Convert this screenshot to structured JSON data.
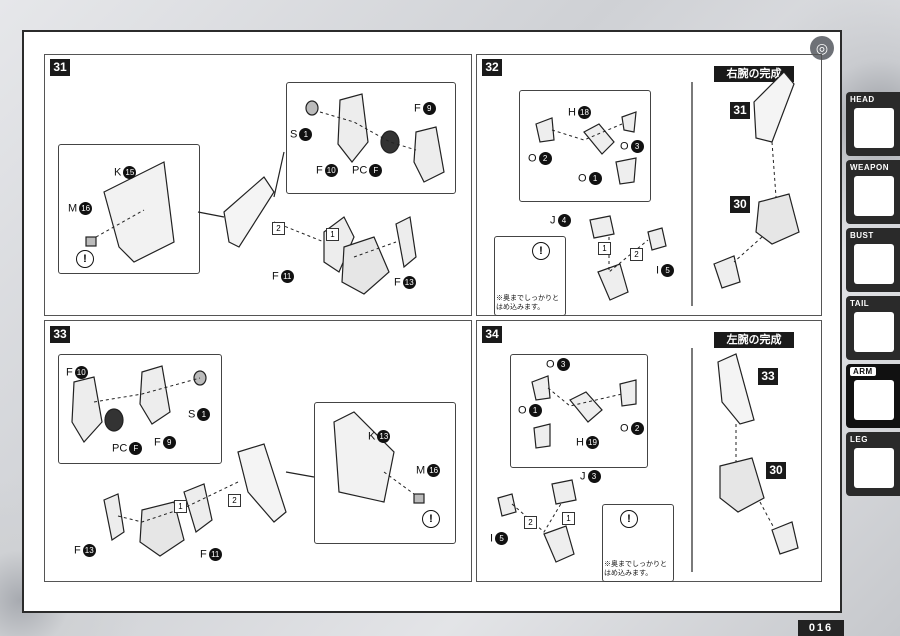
{
  "page_number": "016",
  "steps": [
    {
      "num": "31"
    },
    {
      "num": "32",
      "complete_label": "右腕の完成"
    },
    {
      "num": "33"
    },
    {
      "num": "34",
      "complete_label": "左腕の完成"
    }
  ],
  "parts": {
    "s31": {
      "M16": "M",
      "K15": "K",
      "S1": "S",
      "F10": "F",
      "PCF": "PC",
      "F9": "F",
      "F11": "F",
      "F13": "F"
    },
    "nums31": {
      "M": "16",
      "K": "15",
      "S": "1",
      "F10": "10",
      "PC": "F",
      "F9": "9",
      "F11": "11",
      "F13": "13"
    },
    "s32": {
      "H": "H",
      "O3": "O",
      "O2": "O",
      "O1": "O",
      "J": "J",
      "I": "I"
    },
    "nums32": {
      "H": "18",
      "O3": "3",
      "O2": "2",
      "O1": "1",
      "J": "4",
      "I": "5"
    },
    "s33": {
      "F10": "F",
      "S": "S",
      "PC": "PC",
      "F9": "F",
      "K": "K",
      "M": "M",
      "F13": "F",
      "F11": "F"
    },
    "nums33": {
      "F10": "10",
      "S": "1",
      "PC": "F",
      "F9": "9",
      "K": "13",
      "M": "16",
      "F13": "13",
      "F11": "11"
    },
    "s34": {
      "O3": "O",
      "O1": "O",
      "O2": "O",
      "H": "H",
      "J": "J",
      "I": "I"
    },
    "nums34": {
      "O3": "3",
      "O1": "1",
      "O2": "2",
      "H": "19",
      "J": "3",
      "I": "5"
    }
  },
  "sequence": {
    "one": "1",
    "two": "2"
  },
  "caution_mark": "!",
  "note_text_line1": "※奥までしっかりと",
  "note_text_line2": "はめ込みます。",
  "ref_labels": {
    "s32_31": "31",
    "s32_30": "30",
    "s34_33": "33",
    "s34_30": "30"
  },
  "sidebar": {
    "tabs": [
      {
        "label": "HEAD",
        "active": false
      },
      {
        "label": "WEAPON",
        "active": false
      },
      {
        "label": "BUST",
        "active": false
      },
      {
        "label": "TAIL",
        "active": false
      },
      {
        "label": "ARM",
        "active": true
      },
      {
        "label": "LEG",
        "active": false
      }
    ]
  },
  "colors": {
    "frame": "#2b2b2b",
    "badge": "#1a1a1a",
    "background": "#d7d8dc"
  }
}
